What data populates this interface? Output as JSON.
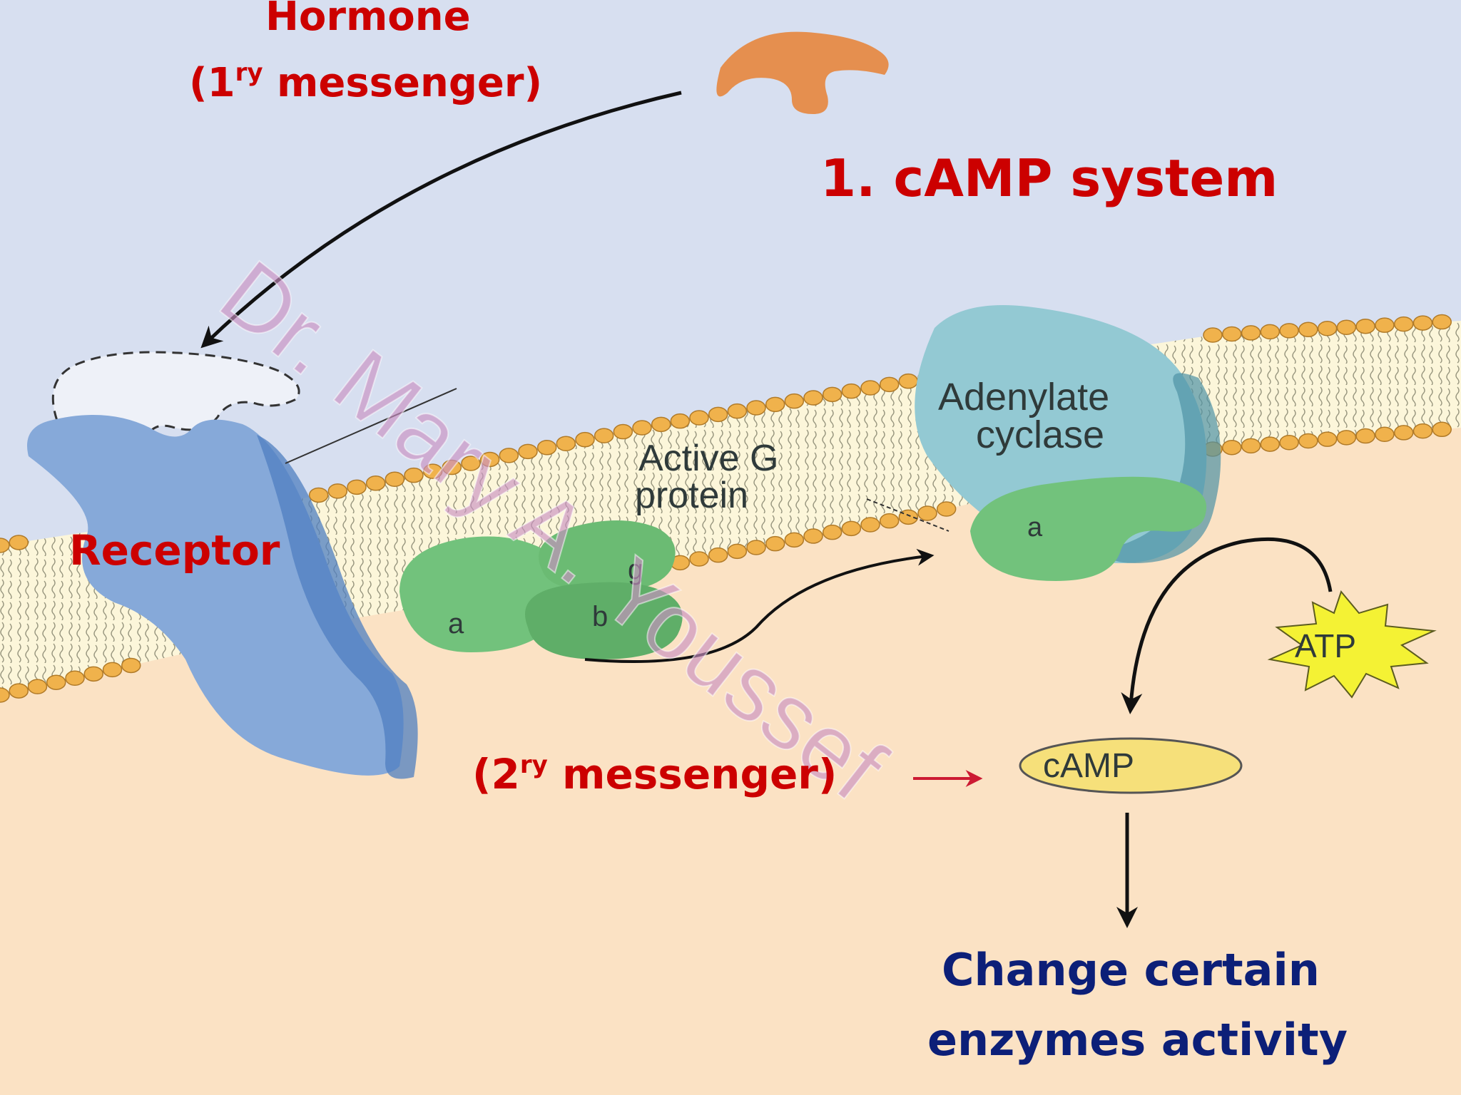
{
  "title": "1. cAMP system",
  "hormone": {
    "line1": "Hormone",
    "line2_open": "(1",
    "line2_sup": "ry",
    "line2_rest": " messenger)"
  },
  "receptor_label": "Receptor",
  "g_protein": {
    "line1": "Active G",
    "line2": "protein",
    "subunit_a": "a",
    "subunit_b": "b",
    "subunit_g": "g"
  },
  "adenylate_cyclase": {
    "line1": "Adenylate",
    "line2": "cyclase",
    "bound_subunit": "a"
  },
  "atp_label": "ATP",
  "camp_label": "cAMP",
  "second_messenger": {
    "open": "(2",
    "sup": "ry",
    "rest": " messenger)"
  },
  "outcome": {
    "line1": "Change certain",
    "line2": "enzymes activity"
  },
  "watermark": "Dr. Mary A. Youssef",
  "colors": {
    "extracellular": "#d7dff0",
    "cytoplasm": "#fbe2c4",
    "membrane_core": "#fcf6da",
    "lipid_head": "#f0b24c",
    "receptor": "#86a9d9",
    "g_protein": "#72c27c",
    "cyclase": "#93c9d3",
    "atp": "#f4f234",
    "camp": "#f6e07a",
    "hormone": "#e58f4f",
    "label_red": "#cc0000",
    "label_navy": "#0c1f78"
  }
}
